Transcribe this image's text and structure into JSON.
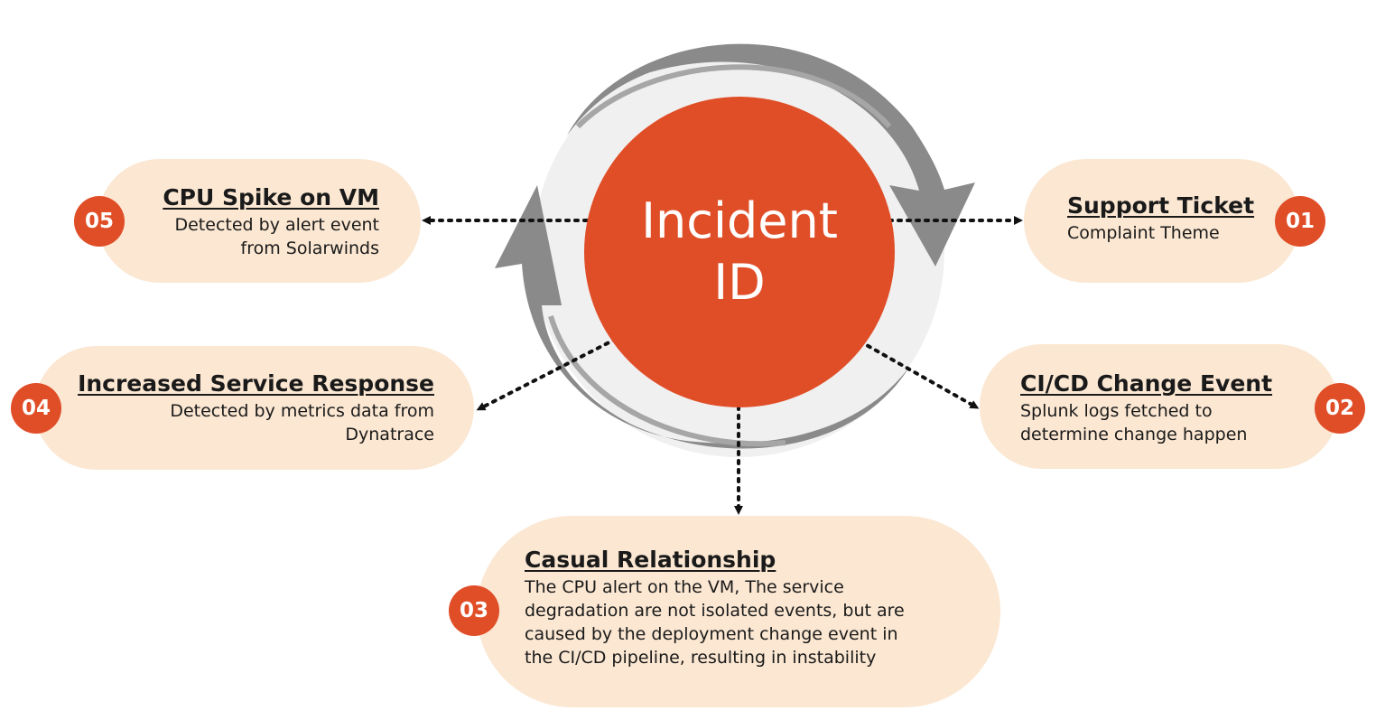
{
  "center": {
    "line1": "Incident",
    "line2": "ID"
  },
  "colors": {
    "accent": "#e04e28",
    "pill": "#fbe7d2",
    "ring": "#f0f0f0",
    "arrow_gray": "#8a8a8a"
  },
  "nodes": [
    {
      "badge": "01",
      "title": "Support Ticket",
      "desc": "Complaint Theme"
    },
    {
      "badge": "02",
      "title": "CI/CD Change Event",
      "desc_lines": [
        "Splunk logs fetched to",
        "determine change happen"
      ]
    },
    {
      "badge": "03",
      "title": "Casual Relationship",
      "desc_lines": [
        "The CPU alert on the VM, The service",
        "degradation are not isolated events, but are",
        "caused by the deployment change event in",
        "the CI/CD pipeline, resulting in instability"
      ]
    },
    {
      "badge": "04",
      "title": "Increased Service Response",
      "desc_lines": [
        "Detected by metrics data from",
        "Dynatrace"
      ]
    },
    {
      "badge": "05",
      "title": "CPU Spike on VM",
      "desc_lines": [
        "Detected by alert event",
        "from Solarwinds"
      ]
    }
  ]
}
